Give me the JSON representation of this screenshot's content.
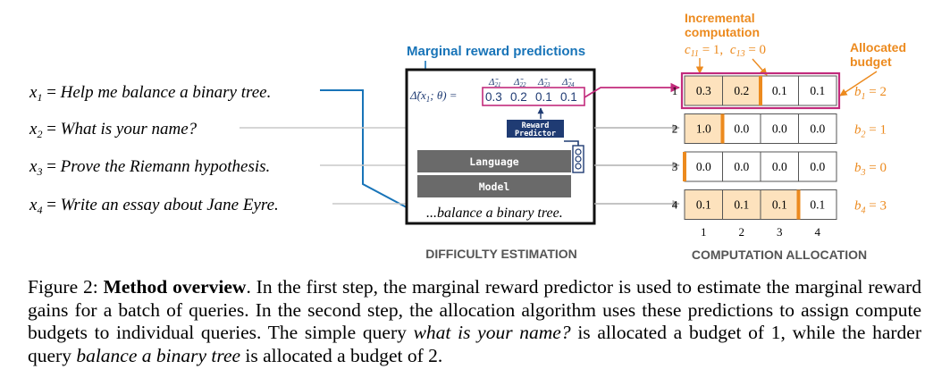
{
  "queries": [
    {
      "var": "x",
      "sub": "1",
      "text": "Help me balance a binary tree."
    },
    {
      "var": "x",
      "sub": "2",
      "text": "What is your name?"
    },
    {
      "var": "x",
      "sub": "3",
      "text": "Prove the Riemann hypothesis."
    },
    {
      "var": "x",
      "sub": "4",
      "text": "Write an essay about Jane Eyre."
    }
  ],
  "difficulty": {
    "header": "Marginal reward predictions",
    "delta_main": "Δ̃(x",
    "delta_sub": "1",
    "delta_rest": "; θ) =",
    "delta_labels": [
      {
        "base": "Δ̃",
        "sub": "21"
      },
      {
        "base": "Δ̃",
        "sub": "22"
      },
      {
        "base": "Δ̃",
        "sub": "23"
      },
      {
        "base": "Δ̃",
        "sub": "24"
      }
    ],
    "delta_values": [
      "0.3",
      "0.2",
      "0.1",
      "0.1"
    ],
    "predictor_line1": "Reward",
    "predictor_line2": "Predictor",
    "lm_line1": "Language",
    "lm_line2": "Model",
    "output_text": "...balance a binary tree.",
    "section_label": "DIFFICULTY ESTIMATION"
  },
  "allocation": {
    "inc_title_line1": "Incremental",
    "inc_title_line2": "computation",
    "inc_formula_1": "c",
    "inc_formula_1_sub": "11",
    "inc_formula_1_val": " = 1,",
    "inc_formula_2": "c",
    "inc_formula_2_sub": "13",
    "inc_formula_2_val": " = 0",
    "alloc_title_line1": "Allocated",
    "alloc_title_line2": "budget",
    "row_labels": [
      "1",
      "2",
      "3",
      "4"
    ],
    "col_labels": [
      "1",
      "2",
      "3",
      "4"
    ],
    "grid": [
      [
        "0.3",
        "0.2",
        "0.1",
        "0.1"
      ],
      [
        "1.0",
        "0.0",
        "0.0",
        "0.0"
      ],
      [
        "0.0",
        "0.0",
        "0.0",
        "0.0"
      ],
      [
        "0.1",
        "0.1",
        "0.1",
        "0.1"
      ]
    ],
    "allocated": [
      2,
      1,
      0,
      3
    ],
    "budgets": [
      {
        "var": "b",
        "sub": "1",
        "val": " = 2"
      },
      {
        "var": "b",
        "sub": "2",
        "val": " = 1"
      },
      {
        "var": "b",
        "sub": "3",
        "val": " = 0"
      },
      {
        "var": "b",
        "sub": "4",
        "val": " = 3"
      }
    ],
    "section_label": "COMPUTATION ALLOCATION"
  },
  "colors": {
    "blue": "#1874b8",
    "orange": "#ec8a1e",
    "magenta": "#c22b7c",
    "cell_fill": "#fde2bd",
    "gray_box": "#6a6a6a",
    "navy": "#1f3b73"
  },
  "caption": {
    "fig_label": "Figure 2: ",
    "bold_title": "Method overview",
    "part1": ". In the first step, the marginal reward predictor is used to estimate the marginal reward gains for a batch of queries. In the second step, the allocation algorithm uses these predictions to assign compute budgets to individual queries. The simple query ",
    "italic1": "what is your name?",
    "part2": " is allocated a budget of 1, while the harder query ",
    "italic2": "balance a binary tree",
    "part3": " is allocated a budget of 2."
  }
}
